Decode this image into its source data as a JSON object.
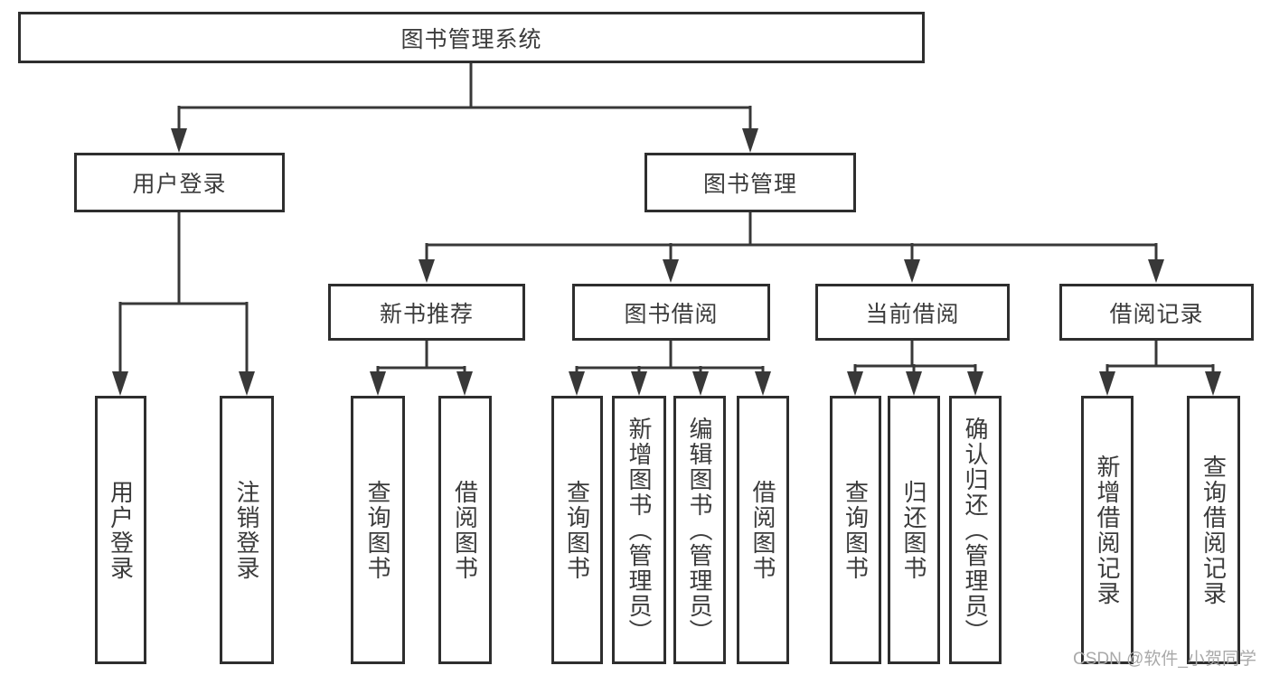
{
  "diagram": {
    "root": {
      "label": "图书管理系统"
    },
    "level2": [
      {
        "id": "user-login",
        "label": "用户登录"
      },
      {
        "id": "book-management",
        "label": "图书管理"
      }
    ],
    "level3": [
      {
        "id": "new-book-recommend",
        "label": "新书推荐"
      },
      {
        "id": "book-borrowing",
        "label": "图书借阅"
      },
      {
        "id": "current-borrowing",
        "label": "当前借阅"
      },
      {
        "id": "borrowing-records",
        "label": "借阅记录"
      }
    ],
    "leaves": [
      {
        "parent": "user-login",
        "label": "用户登录"
      },
      {
        "parent": "user-login",
        "label": "注销登录"
      },
      {
        "parent": "new-book-recommend",
        "label": "查询图书"
      },
      {
        "parent": "new-book-recommend",
        "label": "借阅图书"
      },
      {
        "parent": "book-borrowing",
        "label": "查询图书"
      },
      {
        "parent": "book-borrowing",
        "label": "新增图书（管理员）"
      },
      {
        "parent": "book-borrowing",
        "label": "编辑图书（管理员）"
      },
      {
        "parent": "book-borrowing",
        "label": "借阅图书"
      },
      {
        "parent": "current-borrowing",
        "label": "查询图书"
      },
      {
        "parent": "current-borrowing",
        "label": "归还图书"
      },
      {
        "parent": "current-borrowing",
        "label": "确认归还（管理员）"
      },
      {
        "parent": "borrowing-records",
        "label": "新增借阅记录"
      },
      {
        "parent": "borrowing-records",
        "label": "查询借阅记录"
      }
    ],
    "colors": {
      "box_border": "#2e2e2e",
      "line": "#383838",
      "text": "#3b3b3b",
      "background": "#ffffff",
      "watermark": "#a9a9a9"
    }
  },
  "watermark": {
    "text": "CSDN @软件_小贺同学"
  }
}
